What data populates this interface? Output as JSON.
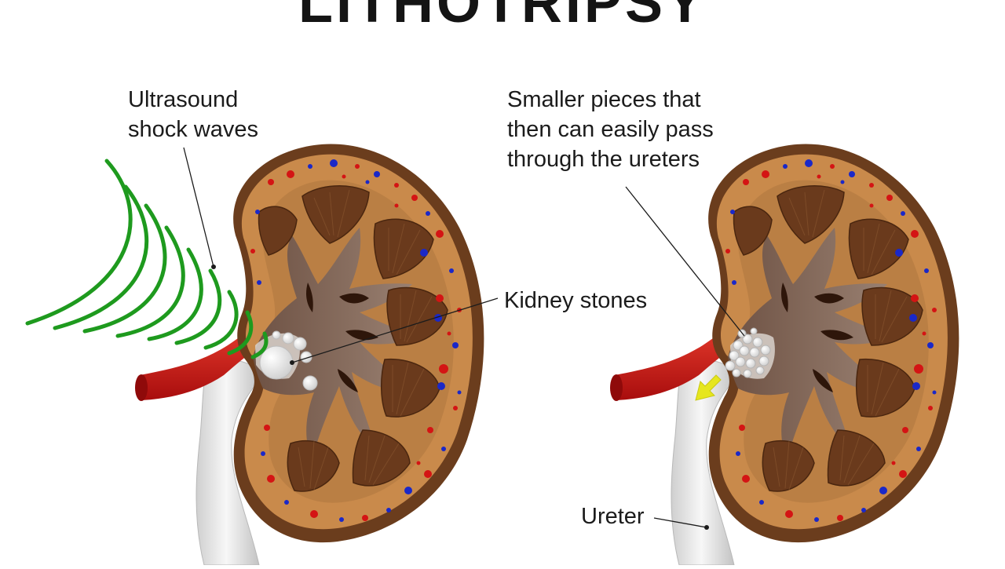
{
  "title": "LITHOTRIPSY",
  "labels": {
    "shock_waves": [
      "Ultrasound",
      "shock waves"
    ],
    "kidney_stones": "Kidney stones",
    "smaller_pieces": [
      "Smaller pieces that",
      "then can easily pass",
      "through the ureters"
    ],
    "ureter": "Ureter"
  },
  "colors": {
    "shock_wave": "#1e9a1e",
    "cortex": "#c98a4b",
    "capsule": "#6b3d1d",
    "pyramid": "#6a3a1c",
    "pelvis": "#8c7264",
    "artery": "#d41414",
    "ureter": "#e9e9e9",
    "stone": "#f4f4f4",
    "arrow": "#e6e61e"
  }
}
